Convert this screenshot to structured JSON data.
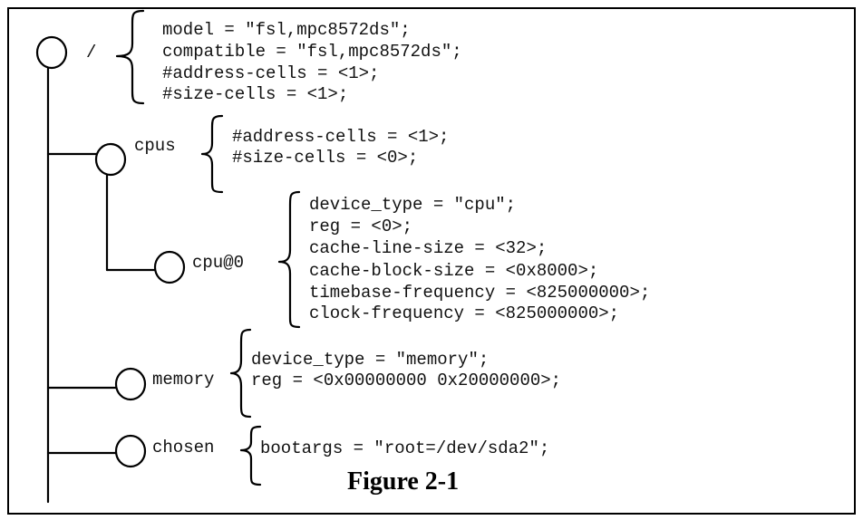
{
  "caption": "Figure 2-1",
  "nodes": {
    "root": {
      "label": "/",
      "props": [
        "model = \"fsl,mpc8572ds\";",
        "compatible = \"fsl,mpc8572ds\";",
        "#address-cells = <1>;",
        "#size-cells = <1>;"
      ]
    },
    "cpus": {
      "label": "cpus",
      "props": [
        "#address-cells = <1>;",
        "#size-cells = <0>;"
      ]
    },
    "cpu0": {
      "label": "cpu@0",
      "props": [
        "device_type = \"cpu\";",
        "reg = <0>;",
        "cache-line-size = <32>;",
        "cache-block-size = <0x8000>;",
        "timebase-frequency = <825000000>;",
        "clock-frequency = <825000000>;"
      ]
    },
    "memory": {
      "label": "memory",
      "props": [
        "device_type = \"memory\";",
        "reg = <0x00000000 0x20000000>;"
      ]
    },
    "chosen": {
      "label": "chosen",
      "props": [
        "bootargs = \"root=/dev/sda2\";"
      ]
    }
  }
}
